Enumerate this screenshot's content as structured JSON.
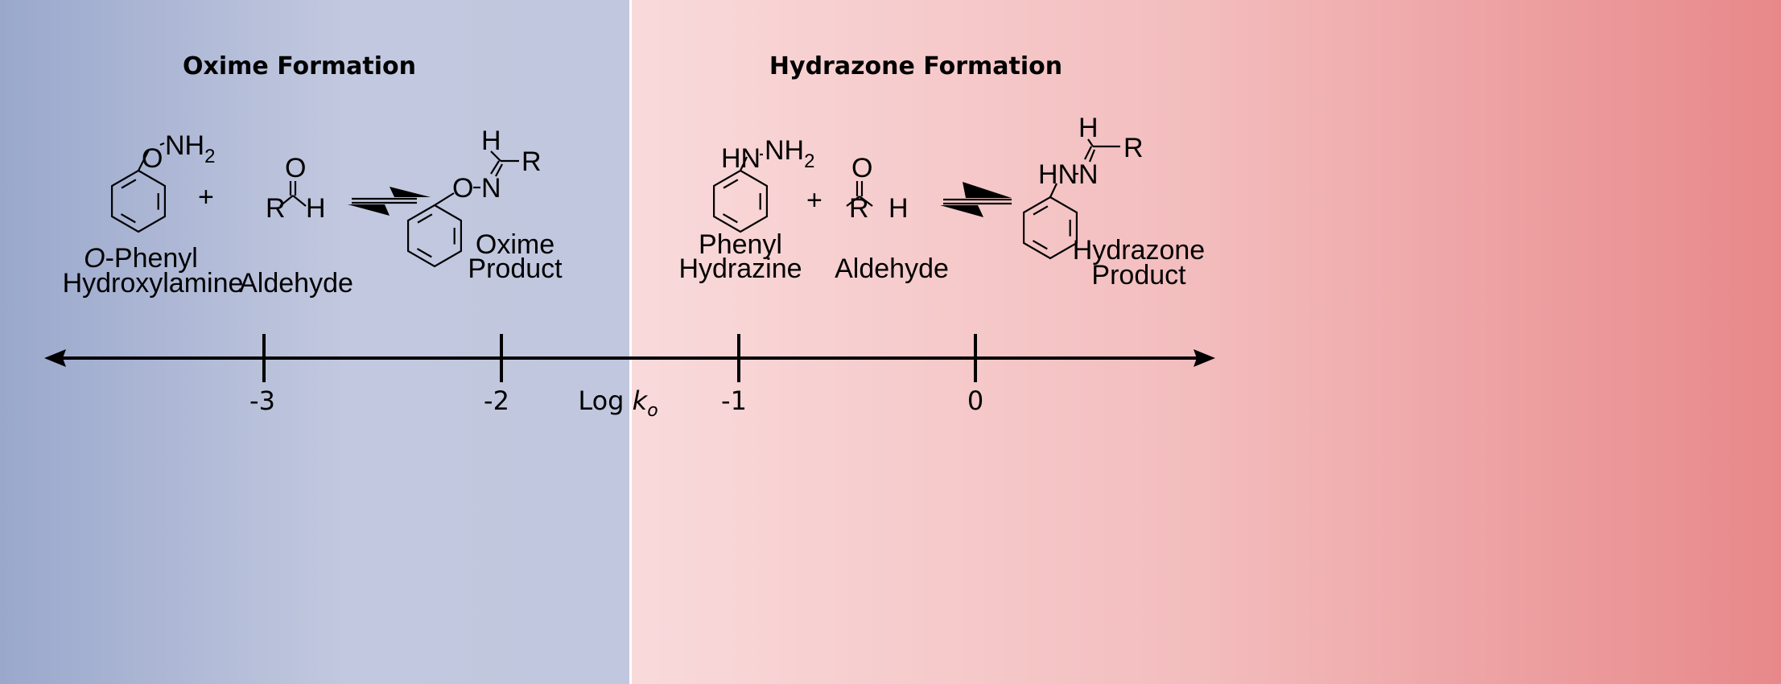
{
  "colors": {
    "blue_left": "#9aa8cc",
    "blue_right": "#c2c8df",
    "red_left": "#f9dadb",
    "red_right": "#e8888a",
    "divider": "#ffffff"
  },
  "oxime": {
    "title": "Oxime Formation",
    "reactant1": {
      "formula_o": "O",
      "formula_nh": "NH",
      "sub": "2",
      "label_prefix": "O",
      "label_rest": "-Phenyl",
      "label2": "Hydroxylamine"
    },
    "plus": "+",
    "aldehyde": {
      "o": "O",
      "r": "R",
      "h": "H",
      "label": "Aldehyde"
    },
    "product": {
      "o": "O",
      "n": "N",
      "h": "H",
      "r": "R",
      "label1": "Oxime",
      "label2": "Product"
    }
  },
  "hydrazone": {
    "title": "Hydrazone Formation",
    "reactant1": {
      "hn": "HN",
      "nh": "NH",
      "sub": "2",
      "label1": "Phenyl",
      "label2": "Hydrazine"
    },
    "plus": "+",
    "aldehyde": {
      "o": "O",
      "r": "R",
      "h": "H",
      "label": "Aldehyde"
    },
    "product": {
      "hn": "HN",
      "n": "N",
      "h": "H",
      "r": "R",
      "label1": "Hydrazone",
      "label2": "Product"
    }
  },
  "axis": {
    "ticks": [
      "-3",
      "-2",
      "-1",
      "0"
    ],
    "label_prefix": "Log ",
    "label_k": "k",
    "label_sub": "o"
  }
}
